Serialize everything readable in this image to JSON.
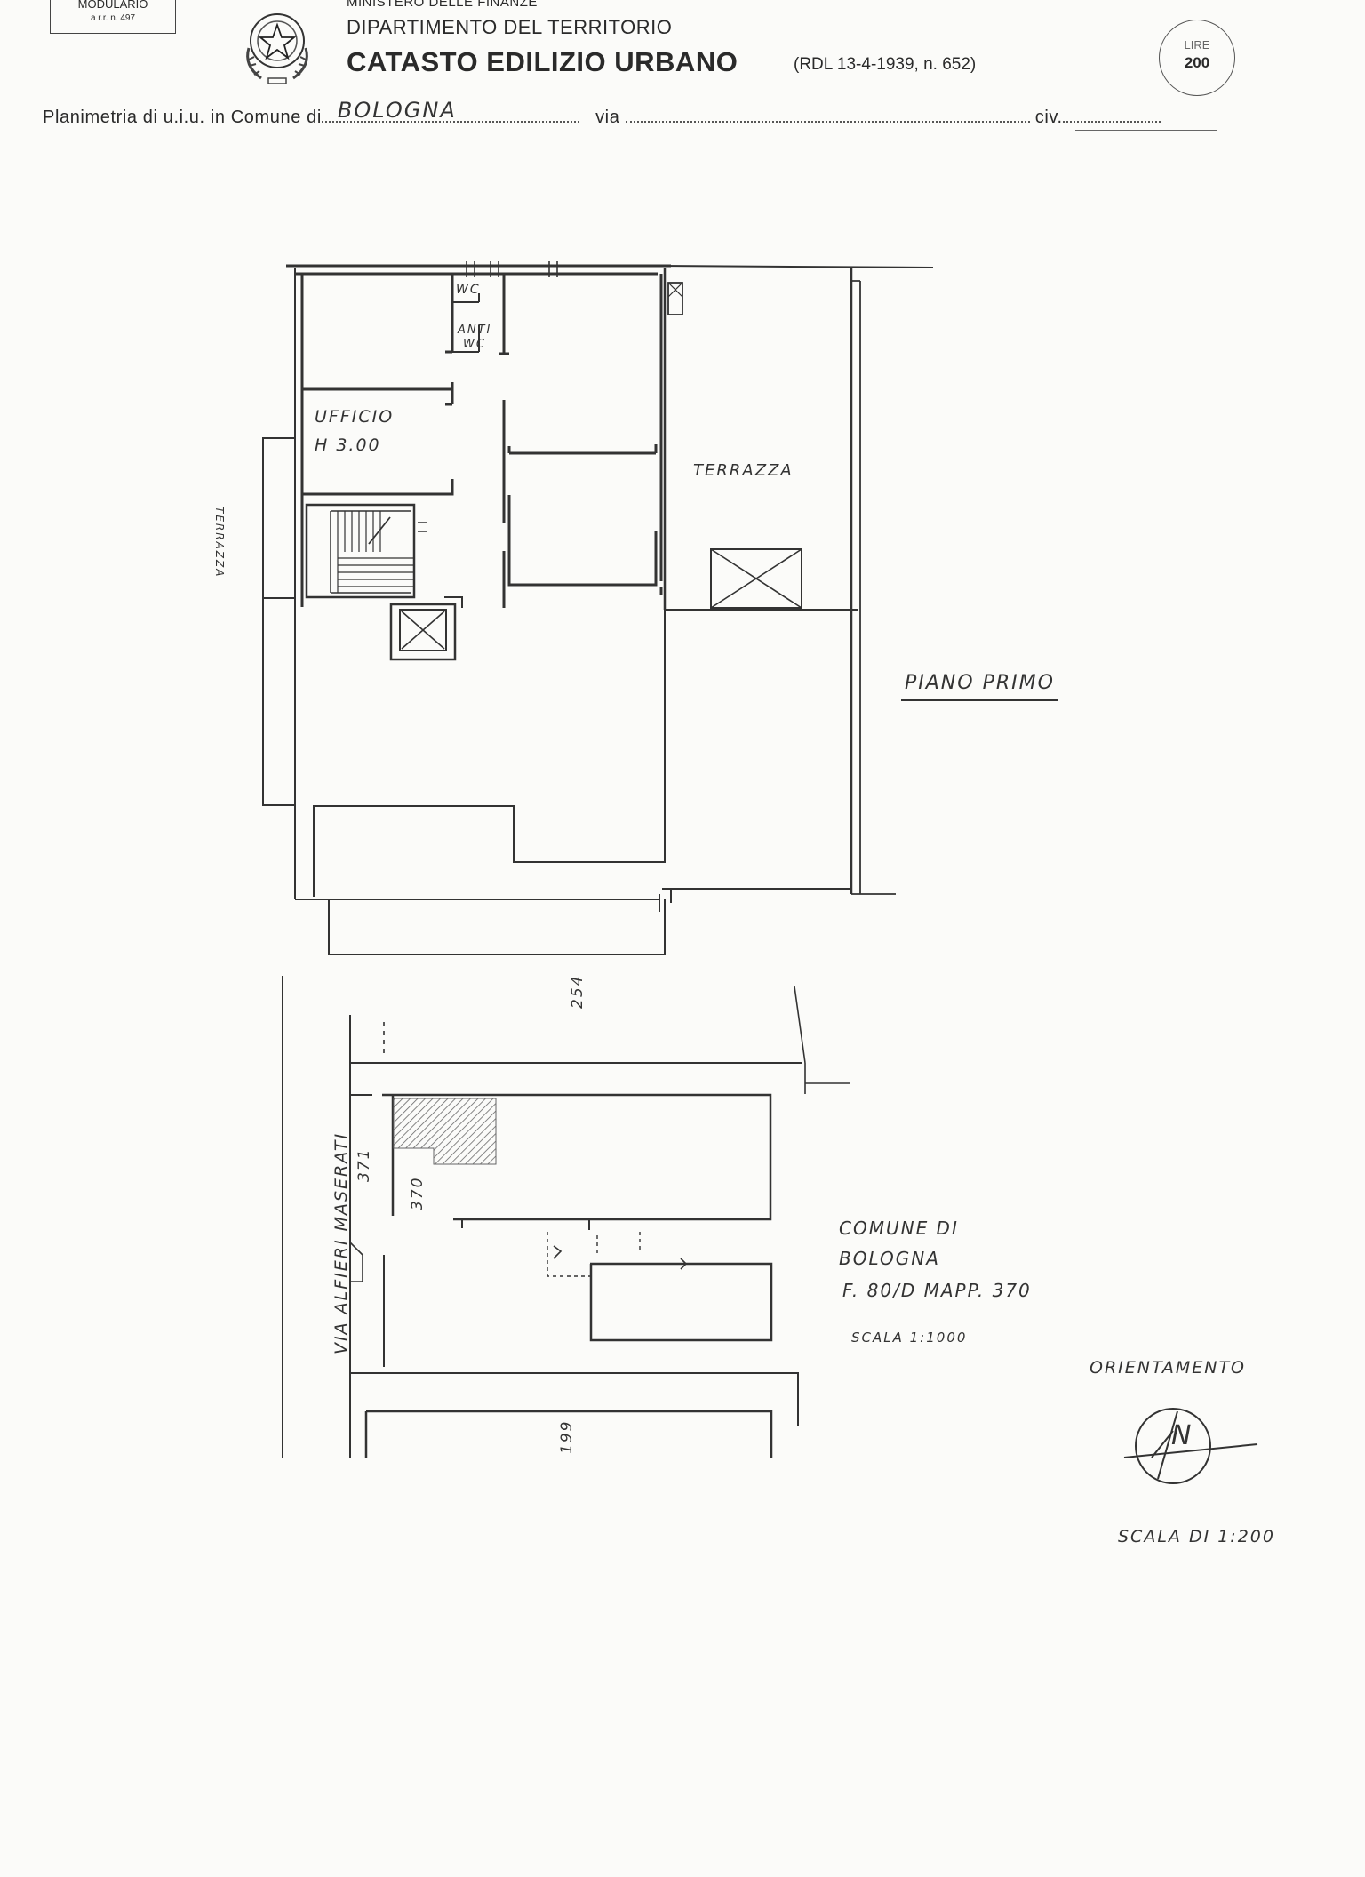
{
  "header": {
    "modulario_label": "MODULARIO",
    "modulario_sub": "a r.r. n. 497",
    "ministry": "MINISTERO DELLE FINANZE",
    "department": "DIPARTIMENTO DEL TERRITORIO",
    "registry": "CATASTO EDILIZIO URBANO",
    "law_ref": "(RDL 13-4-1939, n. 652)",
    "stamp_label": "LIRE",
    "stamp_value": "200"
  },
  "form_line": {
    "prefix": "Planimetria di u.i.u. in Comune di",
    "comune_value": "BOLOGNA",
    "via_label": "via",
    "civ_label": "civ."
  },
  "floor_plan": {
    "rooms": {
      "wc": "WC",
      "anti_wc_1": "ANTI",
      "anti_wc_2": "WC",
      "ufficio": "UFFICIO",
      "ufficio_height": "H 3.00",
      "terrazza_east": "TERRAZZA",
      "terrazza_west": "TERRAZZA"
    },
    "floor_label": "PIANO PRIMO"
  },
  "site_plan": {
    "street": "VIA ALFIERI MASERATI",
    "parcels": {
      "top": "254",
      "left_a": "371",
      "left_b": "370",
      "bottom": "199"
    },
    "info_line1": "COMUNE DI",
    "info_line2": "BOLOGNA",
    "info_line3": "F. 80/D  MAPP. 370",
    "info_scale": "SCALA 1:1000"
  },
  "orientation": {
    "label": "ORIENTAMENTO",
    "north_letter": "N",
    "scale": "SCALA DI 1:200"
  }
}
